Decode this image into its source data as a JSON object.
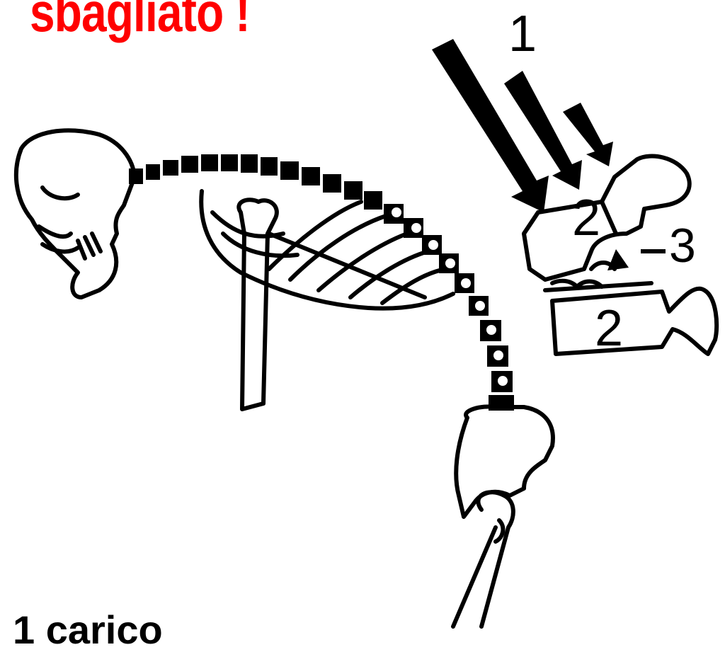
{
  "title": {
    "text": "sbagliato !",
    "color": "#ff0000"
  },
  "labels": {
    "arrow_number": "1",
    "vertebra_top": "2",
    "vertebra_bottom": "2",
    "disc": "3"
  },
  "caption": "1 carico",
  "colors": {
    "ink": "#000000",
    "background": "#ffffff",
    "title": "#ff0000"
  }
}
